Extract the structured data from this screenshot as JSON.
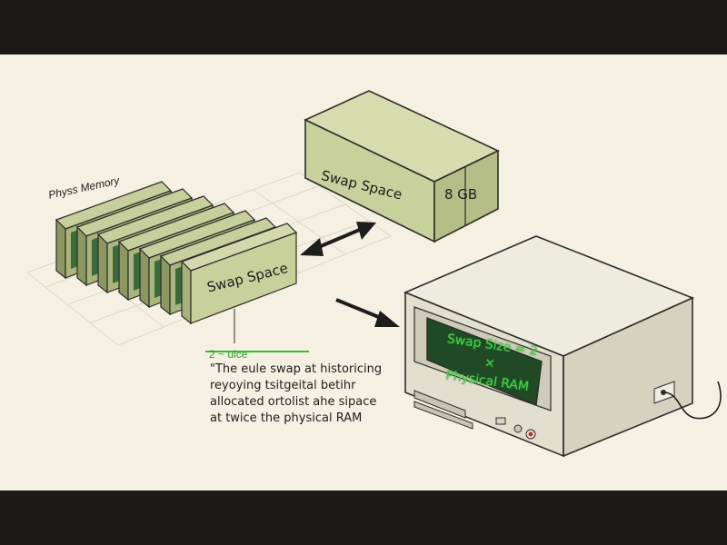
{
  "labels": {
    "phys_memory": "Physs Memory",
    "swap_space_small": "Swap Space",
    "swap_space_large": "Swap Space",
    "disk_size": "8 GB",
    "ratio_label": "2 ~ ulce",
    "note_lines": [
      "\"The eule swap at historicing",
      "reyoying tsitgeital betihr",
      "allocated ortolist ahe sipace",
      "at twice the physical RAM"
    ],
    "screen_lines": [
      "Swap Size = 2 ×",
      "Physical RAM"
    ]
  },
  "colors": {
    "background": "#f6f0e3",
    "letterbox": "#1b1a17",
    "ram_module": "#a9b57e",
    "ram_chip": "#3a6b3a",
    "swap_box": "#c8d09b",
    "monitor_body": "#e7e4d6",
    "screen": "#1f4a25",
    "screen_text": "#46d34a",
    "accent_green": "#2fbf2f"
  }
}
